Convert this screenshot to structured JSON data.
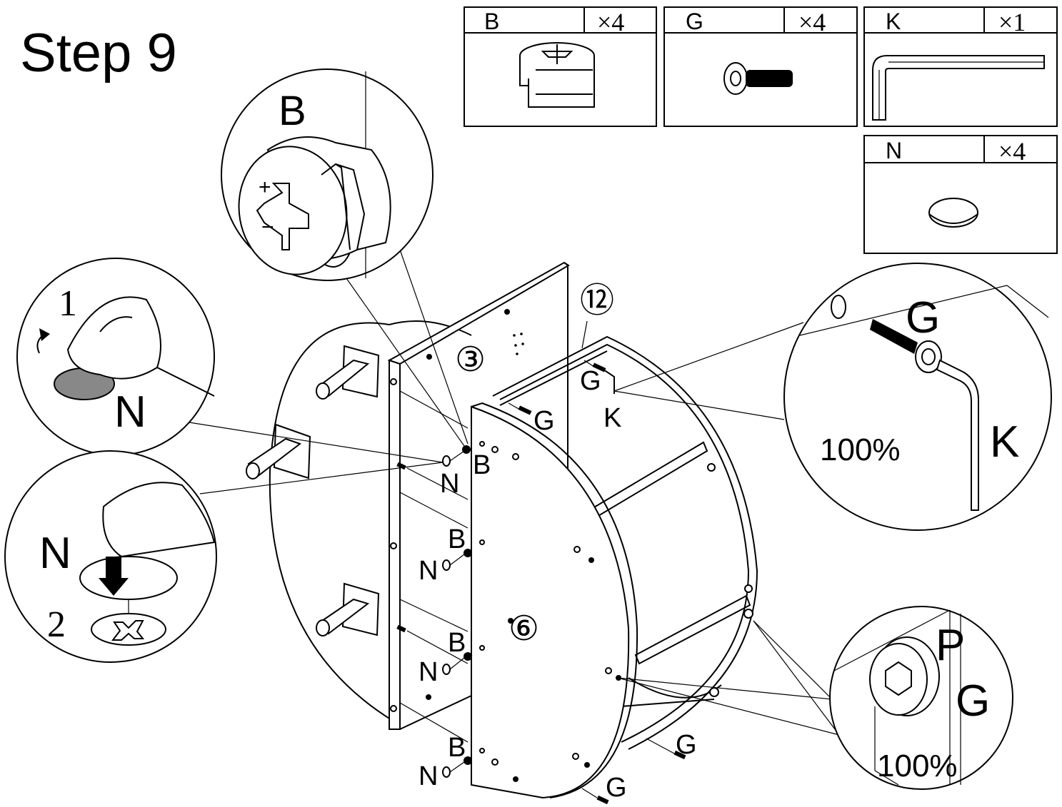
{
  "step_title": "Step 9",
  "parts": [
    {
      "letter": "B",
      "qty": "×4",
      "icon": "cam-lock-icon"
    },
    {
      "letter": "G",
      "qty": "×4",
      "icon": "screw-icon"
    },
    {
      "letter": "K",
      "qty": "×1",
      "icon": "allen-key-icon"
    },
    {
      "letter": "N",
      "qty": "×4",
      "icon": "cover-cap-icon"
    }
  ],
  "details": {
    "cam_lock": {
      "label": "B",
      "plus": "+",
      "minus": "−"
    },
    "peel_cap": {
      "step_number": "1",
      "label": "N"
    },
    "press_cap": {
      "step_number": "2",
      "label": "N"
    },
    "screw_tighten": {
      "screw_label": "G",
      "key_label": "K",
      "percent": "100%"
    },
    "screw_cover": {
      "cap_label": "P",
      "screw_label": "G",
      "percent": "100%"
    }
  },
  "panels": {
    "back": "③",
    "side": "⑥",
    "frame": "⑫"
  },
  "callouts": {
    "b": "B",
    "n": "N",
    "g": "G",
    "k": "K"
  }
}
